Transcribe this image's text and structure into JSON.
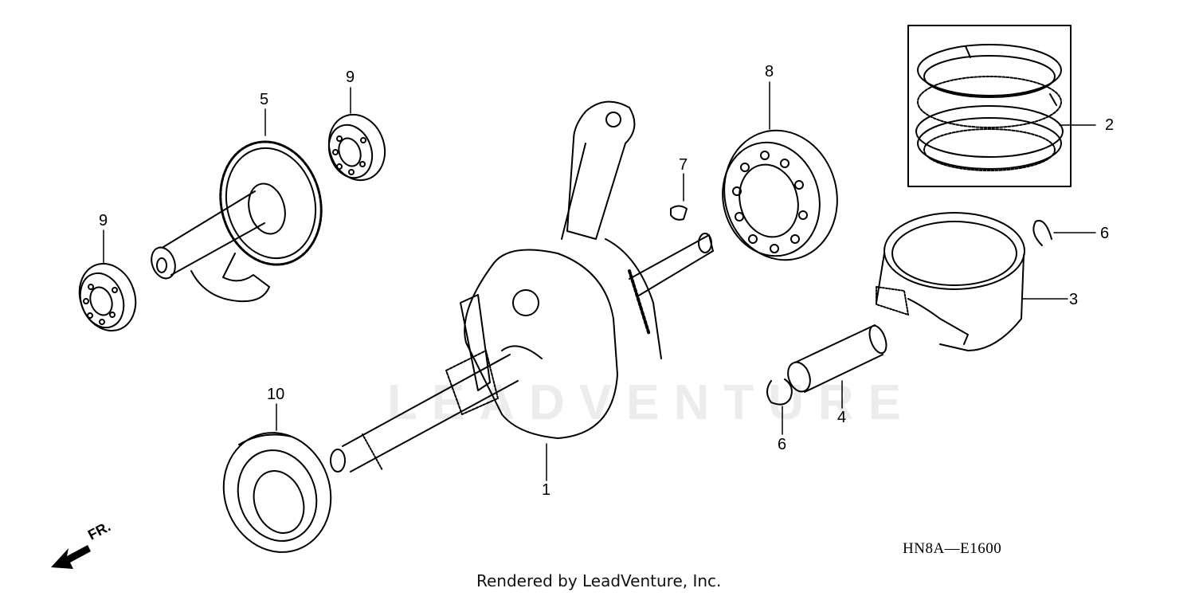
{
  "diagram": {
    "code": "HN8A—E1600",
    "credit": "Rendered by LeadVenture, Inc.",
    "watermark": "LEADVENTURE",
    "direction": "FR.",
    "callouts": {
      "c1": "1",
      "c2": "2",
      "c3": "3",
      "c4": "4",
      "c5": "5",
      "c6a": "6",
      "c6b": "6",
      "c7": "7",
      "c8": "8",
      "c9a": "9",
      "c9b": "9",
      "c10": "10"
    },
    "colors": {
      "line": "#000000",
      "watermark": "#ececec"
    }
  }
}
